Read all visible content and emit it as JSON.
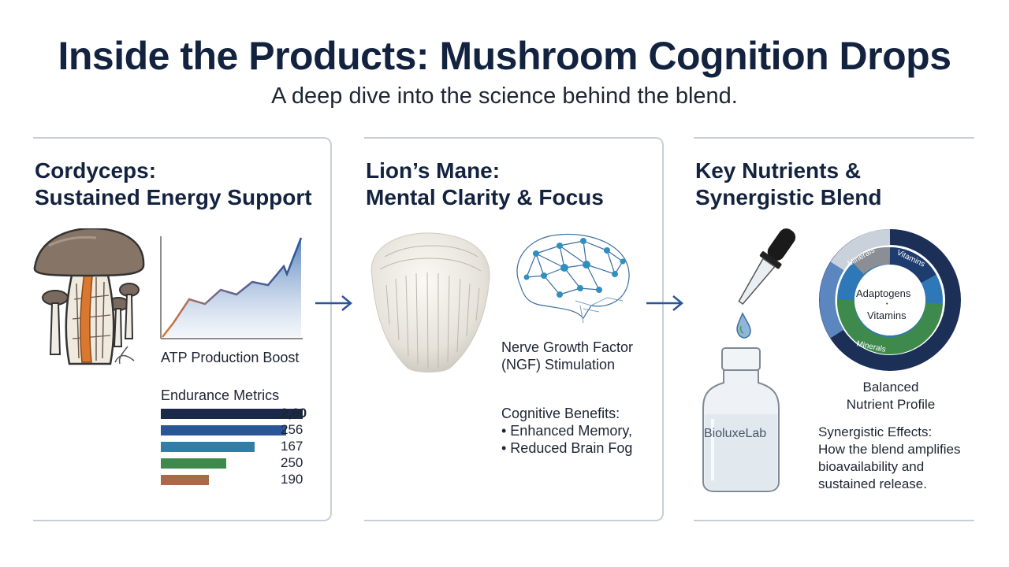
{
  "header": {
    "title": "Inside the Products: Mushroom Cognition Drops",
    "subtitle": "A deep dive into the science behind the blend."
  },
  "panel1": {
    "title_line1": "Cordyceps:",
    "title_line2": "Sustained Energy Support",
    "atp_label": "ATP Production Boost",
    "metrics_label": "Endurance Metrics",
    "metrics": [
      {
        "value": "2,60",
        "fraction": 1.0,
        "color": "#1b2a4a"
      },
      {
        "value": "256",
        "fraction": 0.88,
        "color": "#2a5597"
      },
      {
        "value": "167",
        "fraction": 0.66,
        "color": "#2f7fab"
      },
      {
        "value": "250",
        "fraction": 0.46,
        "color": "#3e8a4d"
      },
      {
        "value": "190",
        "fraction": 0.34,
        "color": "#a86b47"
      }
    ]
  },
  "panel2": {
    "title_line1": "Lion’s Mane:",
    "title_line2": "Mental Clarity & Focus",
    "ngf_line1": "Nerve Growth Factor",
    "ngf_line2": "(NGF) Stimulation",
    "benefits_title": "Cognitive Benefits:",
    "benefit1": "• Enhanced Memory,",
    "benefit2": "• Reduced Brain Fog"
  },
  "panel3": {
    "title_line1": "Key Nutrients &",
    "title_line2": "Synergistic Blend",
    "bottle_label": "BioluxeLab",
    "donut_seg_top_left": "Minerals",
    "donut_seg_top_right": "Vitamins",
    "donut_center1": "Adaptogens",
    "donut_center_mid": "•",
    "donut_center2": "Vitamins",
    "donut_seg_bottom": "Minerals",
    "profile_line1": "Balanced",
    "profile_line2": "Nutrient Profile",
    "syn_title": "Synergistic Effects:",
    "syn_line1": "How the blend amplifies",
    "syn_line2": "bioavailability and",
    "syn_line3": "sustained release."
  },
  "colors": {
    "navy": "#13233f",
    "blue": "#2a5597",
    "teal": "#2f7fab",
    "green": "#3e8a4d",
    "brown": "#a86b47",
    "arrow": "#2a5597"
  },
  "icons": [
    "cordyceps-mushroom-icon",
    "area-chart-icon",
    "arrow-right-icon",
    "lions-mane-mushroom-icon",
    "brain-network-icon",
    "dropper-icon",
    "bottle-icon",
    "donut-chart-icon"
  ]
}
